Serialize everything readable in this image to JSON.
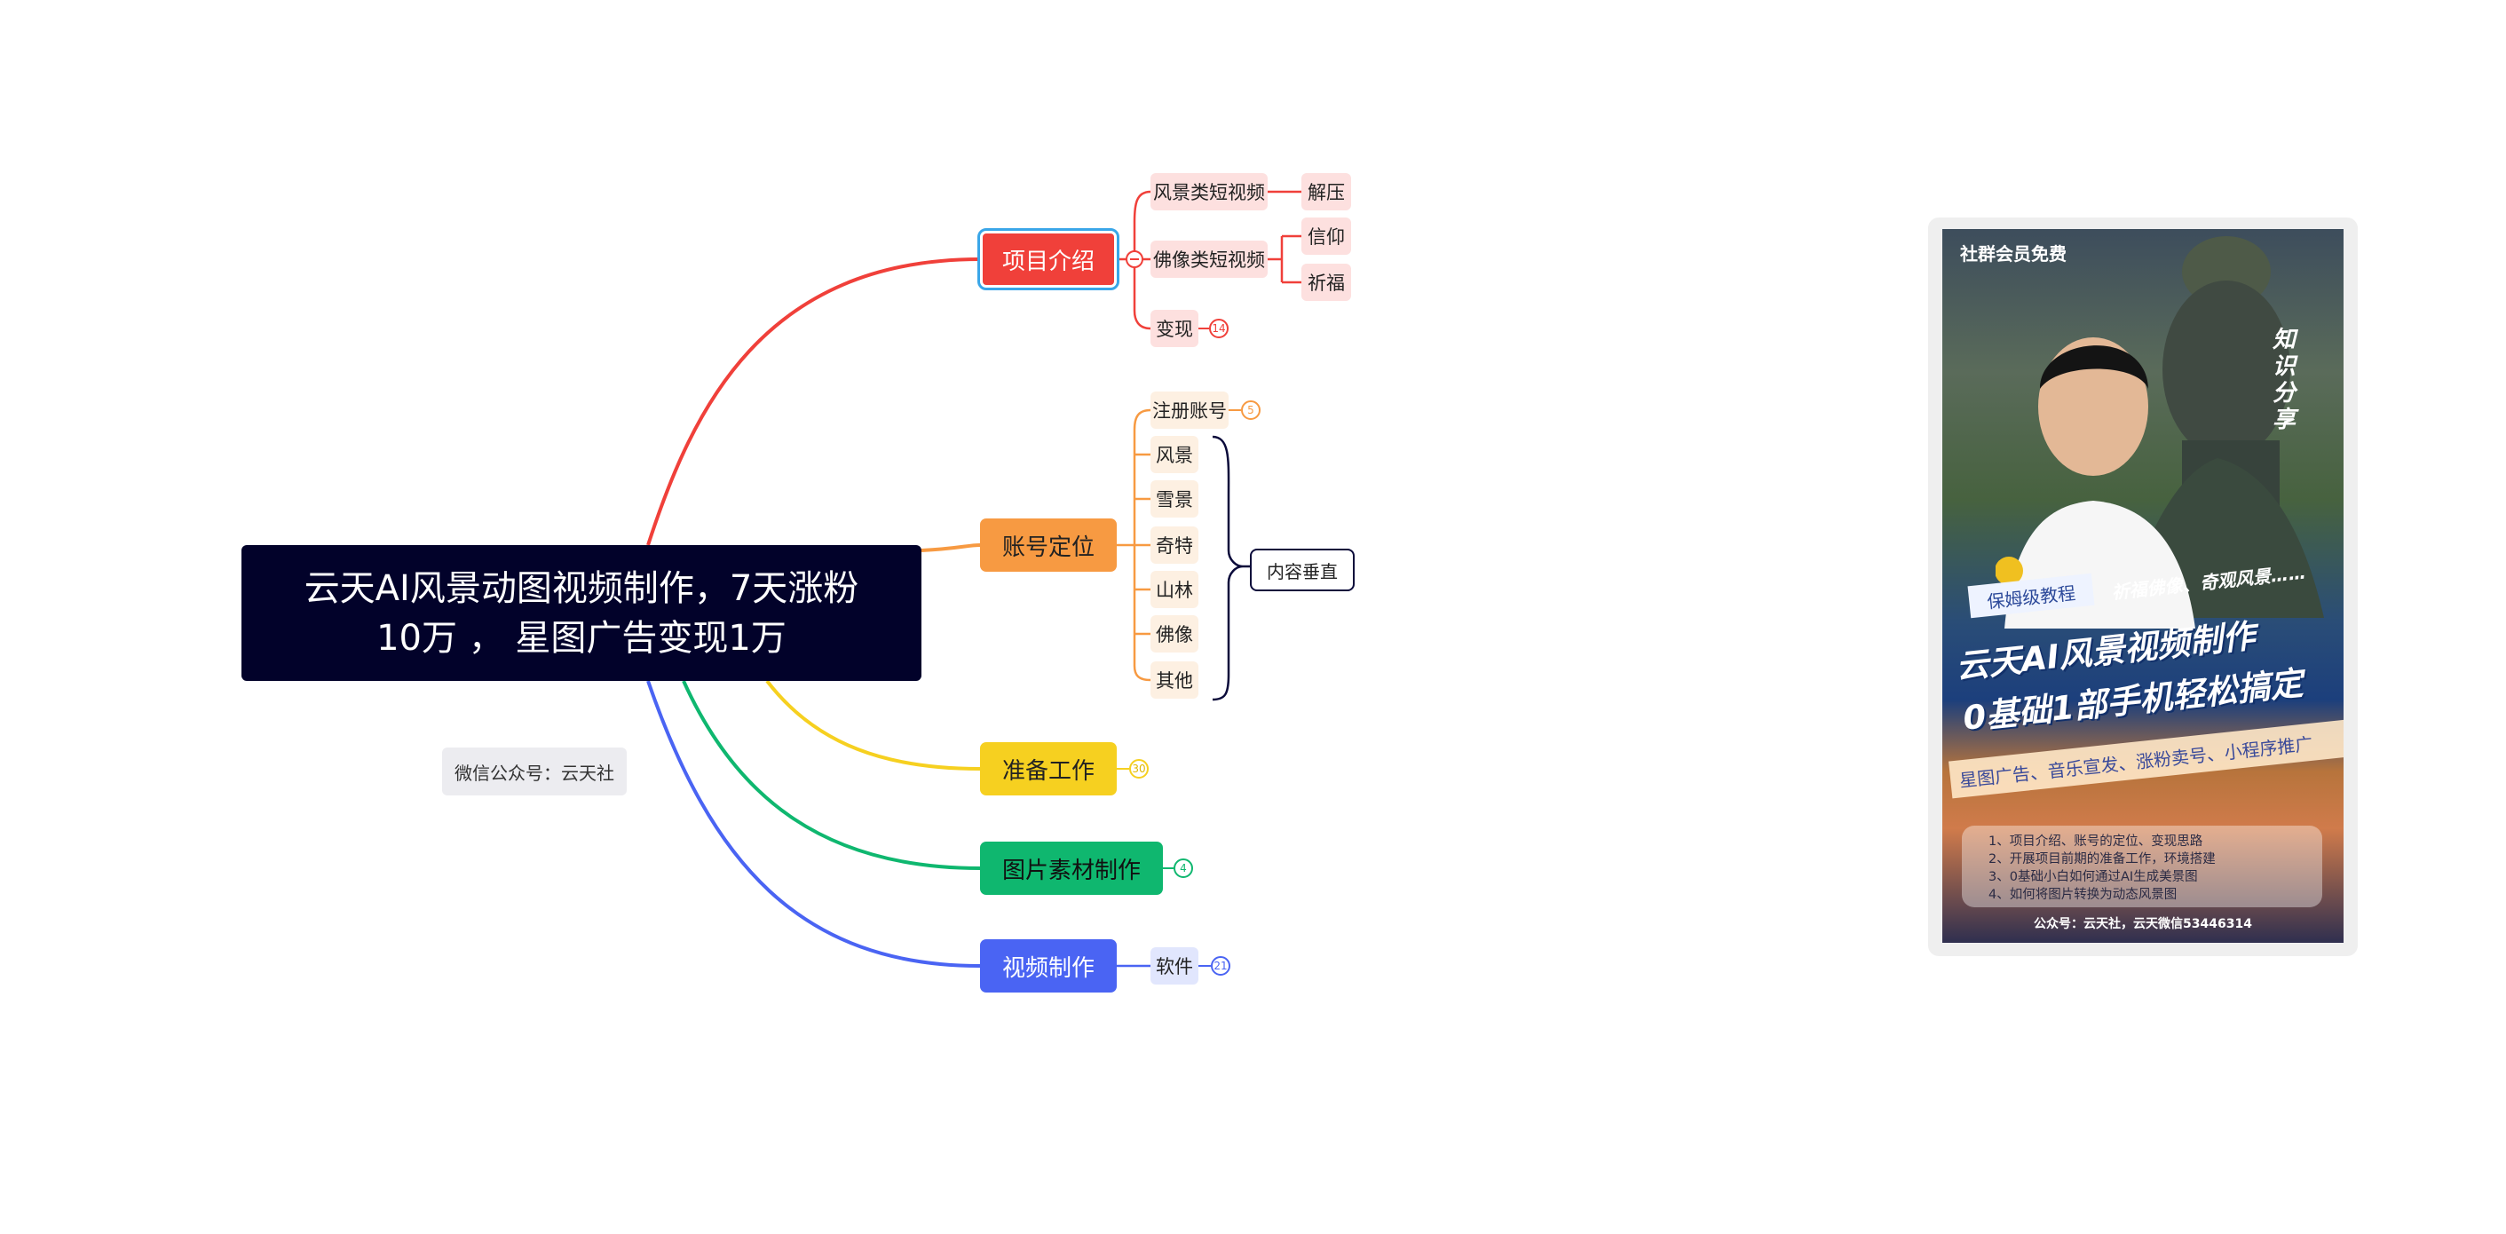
{
  "root": {
    "line1": "云天AI风景动图视频制作，7天涨粉",
    "line2": "10万 ， 星图广告变现1万"
  },
  "note": "微信公众号：云天社",
  "colors": {
    "red": "#f0403a",
    "orange": "#f79a42",
    "yellow": "#f6d020",
    "green": "#0fb76f",
    "blue": "#4a64f3",
    "root_bg": "#02022a"
  },
  "branches": {
    "intro": {
      "label": "项目介绍",
      "children": {
        "scenery_video": "风景类短视频",
        "relax": "解压",
        "buddha_video": "佛像类短视频",
        "faith": "信仰",
        "blessing": "祈福",
        "monetize": "变现",
        "monetize_count": "14"
      }
    },
    "account": {
      "label": "账号定位",
      "register": "注册账号",
      "register_count": "5",
      "items": [
        "风景",
        "雪景",
        "奇特",
        "山林",
        "佛像",
        "其他"
      ],
      "summary": "内容垂直"
    },
    "prep": {
      "label": "准备工作",
      "count": "30"
    },
    "images": {
      "label": "图片素材制作",
      "count": "4"
    },
    "video": {
      "label": "视频制作",
      "software": "软件",
      "software_count": "21"
    }
  },
  "poster": {
    "tag": "社群会员免费",
    "vertical": "知识分享",
    "strip": "保姆级教程",
    "strip2": "祈福佛像、奇观风景……",
    "headline1": "云天AI风景视频制作",
    "headline2": "0基础1部手机轻松搞定",
    "band": "星图广告、音乐宣发、涨粉卖号、小程序推广",
    "list": [
      "1、项目介绍、账号的定位、变现思路",
      "2、开展项目前期的准备工作，环境搭建",
      "3、0基础小白如何通过AI生成美景图",
      "4、如何将图片转换为动态风景图"
    ],
    "footer": "公众号：云天社，云天微信53446314"
  }
}
